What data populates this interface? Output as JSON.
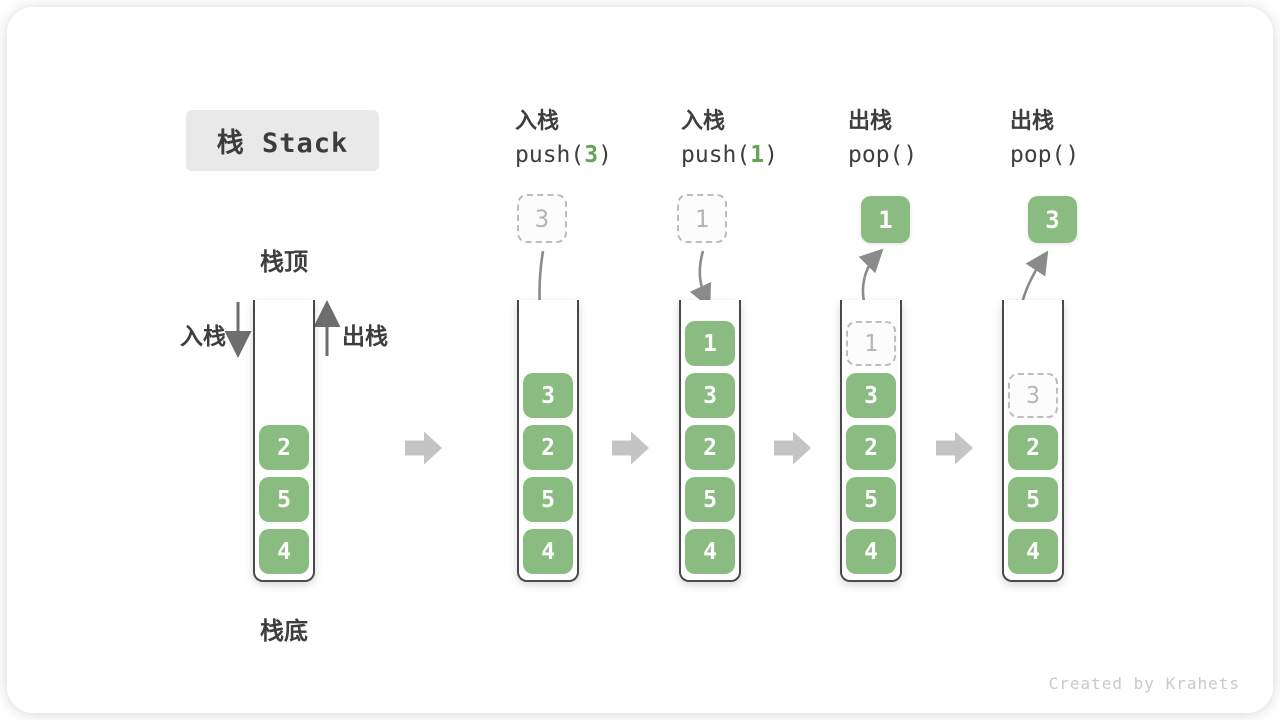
{
  "title": "栈 Stack",
  "labels": {
    "stack_top": "栈顶",
    "stack_bottom": "栈底",
    "push_side": "入栈",
    "pop_side": "出栈"
  },
  "watermark": "Created by Krahets",
  "colors": {
    "block_green": "#8abb81",
    "code_arg_green": "#65a356",
    "curved_arrow_gray": "#8b8b8b",
    "straight_arrow_gray": "#6e6e6e",
    "block_arrow_gray": "#c4c4c4",
    "container_border": "#4a4a4a",
    "ghost_border": "#bdbdbd",
    "ghost_text": "#b5b5b5",
    "title_bg": "#e9e9e9",
    "text_dark": "#3e3e3e",
    "watermark_gray": "#c9c9c9"
  },
  "columns": [
    {
      "name": "initial-state",
      "header": null,
      "floating": null,
      "stack": [
        {
          "v": "2"
        },
        {
          "v": "5"
        },
        {
          "v": "4"
        }
      ]
    },
    {
      "name": "push-3",
      "header": {
        "op": "入栈",
        "fn": "push(",
        "arg": "3",
        "close": ")"
      },
      "floating": {
        "v": "3",
        "style": "dashed"
      },
      "stack": [
        {
          "v": "3"
        },
        {
          "v": "2"
        },
        {
          "v": "5"
        },
        {
          "v": "4"
        }
      ]
    },
    {
      "name": "push-1",
      "header": {
        "op": "入栈",
        "fn": "push(",
        "arg": "1",
        "close": ")"
      },
      "floating": {
        "v": "1",
        "style": "dashed"
      },
      "stack": [
        {
          "v": "1"
        },
        {
          "v": "3"
        },
        {
          "v": "2"
        },
        {
          "v": "5"
        },
        {
          "v": "4"
        }
      ]
    },
    {
      "name": "pop-first",
      "header": {
        "op": "出栈",
        "fn": "pop(",
        "arg": "",
        "close": ")"
      },
      "floating": {
        "v": "1",
        "style": "solid"
      },
      "stack": [
        {
          "v": "1",
          "ghost": true
        },
        {
          "v": "3"
        },
        {
          "v": "2"
        },
        {
          "v": "5"
        },
        {
          "v": "4"
        }
      ]
    },
    {
      "name": "pop-second",
      "header": {
        "op": "出栈",
        "fn": "pop(",
        "arg": "",
        "close": ")"
      },
      "floating": {
        "v": "3",
        "style": "solid"
      },
      "stack": [
        {
          "v": "3",
          "ghost": true
        },
        {
          "v": "2"
        },
        {
          "v": "5"
        },
        {
          "v": "4"
        }
      ]
    }
  ]
}
